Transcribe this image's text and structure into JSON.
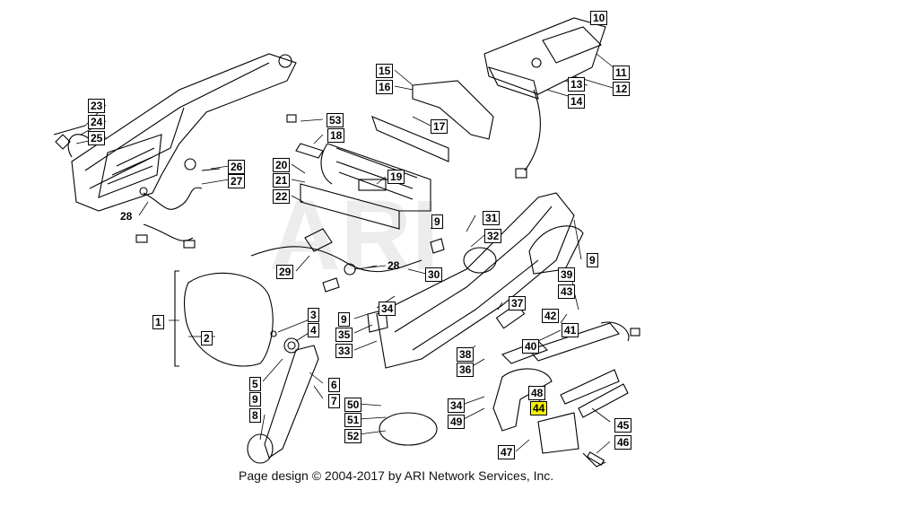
{
  "callouts": [
    {
      "id": "c10",
      "text": "10"
    },
    {
      "id": "c11",
      "text": "11"
    },
    {
      "id": "c12",
      "text": "12"
    },
    {
      "id": "c13",
      "text": "13"
    },
    {
      "id": "c14",
      "text": "14"
    },
    {
      "id": "c15",
      "text": "15"
    },
    {
      "id": "c16",
      "text": "16"
    },
    {
      "id": "c17",
      "text": "17"
    },
    {
      "id": "c18",
      "text": "18"
    },
    {
      "id": "c19",
      "text": "19"
    },
    {
      "id": "c20",
      "text": "20"
    },
    {
      "id": "c21",
      "text": "21"
    },
    {
      "id": "c22",
      "text": "22"
    },
    {
      "id": "c23",
      "text": "23"
    },
    {
      "id": "c24",
      "text": "24"
    },
    {
      "id": "c25",
      "text": "25"
    },
    {
      "id": "c26",
      "text": "26"
    },
    {
      "id": "c27",
      "text": "27"
    },
    {
      "id": "c28a",
      "text": "28"
    },
    {
      "id": "c28b",
      "text": "28"
    },
    {
      "id": "c29",
      "text": "29"
    },
    {
      "id": "c30",
      "text": "30"
    },
    {
      "id": "c31",
      "text": "31"
    },
    {
      "id": "c32",
      "text": "32"
    },
    {
      "id": "c53",
      "text": "53"
    },
    {
      "id": "c9a",
      "text": "9"
    },
    {
      "id": "c9b",
      "text": "9"
    },
    {
      "id": "c9c",
      "text": "9"
    },
    {
      "id": "c9d",
      "text": "9"
    },
    {
      "id": "c39",
      "text": "39"
    },
    {
      "id": "c43",
      "text": "43"
    },
    {
      "id": "c37",
      "text": "37"
    },
    {
      "id": "c42",
      "text": "42"
    },
    {
      "id": "c41",
      "text": "41"
    },
    {
      "id": "c40",
      "text": "40"
    },
    {
      "id": "c34a",
      "text": "34"
    },
    {
      "id": "c35",
      "text": "35"
    },
    {
      "id": "c33",
      "text": "33"
    },
    {
      "id": "c38",
      "text": "38"
    },
    {
      "id": "c36",
      "text": "36"
    },
    {
      "id": "c1",
      "text": "1"
    },
    {
      "id": "c2",
      "text": "2"
    },
    {
      "id": "c3",
      "text": "3"
    },
    {
      "id": "c4",
      "text": "4"
    },
    {
      "id": "c5",
      "text": "5"
    },
    {
      "id": "c6",
      "text": "6"
    },
    {
      "id": "c7",
      "text": "7"
    },
    {
      "id": "c8",
      "text": "8"
    },
    {
      "id": "c50",
      "text": "50"
    },
    {
      "id": "c51",
      "text": "51"
    },
    {
      "id": "c52",
      "text": "52"
    },
    {
      "id": "c34b",
      "text": "34"
    },
    {
      "id": "c49",
      "text": "49"
    },
    {
      "id": "c48",
      "text": "48"
    },
    {
      "id": "c44",
      "text": "44"
    },
    {
      "id": "c45",
      "text": "45"
    },
    {
      "id": "c46",
      "text": "46"
    },
    {
      "id": "c47",
      "text": "47"
    }
  ],
  "footer": "Page design © 2004-2017 by ARI Network Services, Inc.",
  "colors": {
    "line": "#000000",
    "highlight": "#f5f000",
    "watermark": "#e6e6e6"
  }
}
